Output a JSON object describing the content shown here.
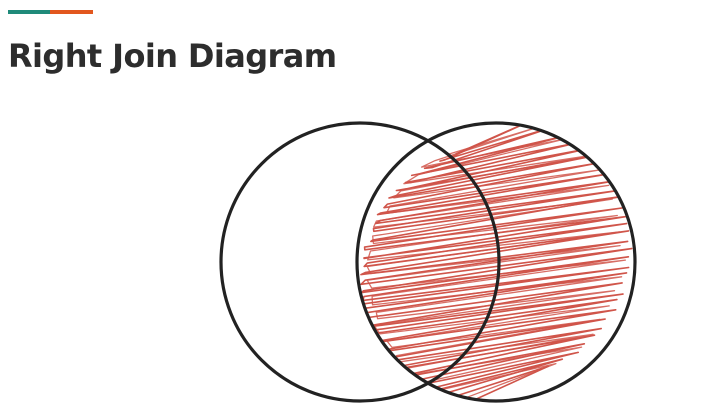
{
  "title": "Right Join Diagram",
  "colors": {
    "title": "#2d2d2d",
    "accent_teal": "#1f8a7a",
    "accent_orange": "#e2571e",
    "outline": "#222222",
    "hatch": "#d0554a"
  },
  "diagram": {
    "type": "venn",
    "sets": [
      "left-set",
      "right-set"
    ],
    "highlighted_region": "right-set"
  }
}
